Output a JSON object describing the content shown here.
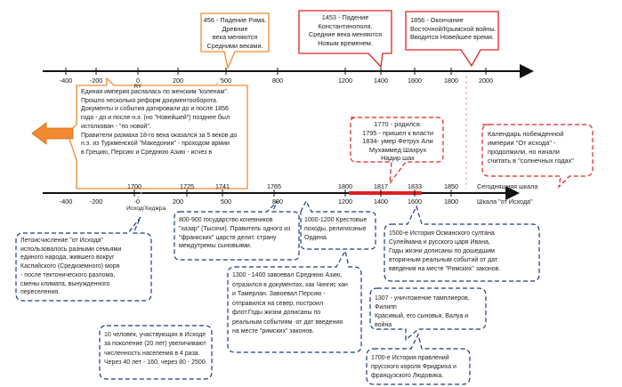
{
  "colors": {
    "orange": "#f28a30",
    "red": "#e02020",
    "navy": "#1f3a7a",
    "dashed_line": "#e0a0a0"
  },
  "top_axis": {
    "ticks": [
      "-400",
      "-200",
      "0",
      "200",
      "500",
      "800",
      "1200",
      "1400",
      "1600",
      "1800",
      "2000"
    ],
    "sub_label": "RY"
  },
  "bottom_axis": {
    "upper_ticks": [
      "1700",
      "1725",
      "1741",
      "1765",
      "1800",
      "1817",
      "1833",
      "1850"
    ],
    "right_upper_label": "Сегодняшняя шкала",
    "lower_ticks": [
      "-400",
      "-200",
      "0",
      "200",
      "500",
      "800",
      "1200",
      "1400",
      "1600",
      "1800"
    ],
    "right_lower_label": "Шкала \"от Исхода\"",
    "origin_label": "Исход/Хиджра"
  },
  "callouts": {
    "rome": "456 - Падение Рима. Древние\nвека меняются\nСредними веками.",
    "constantinople": "1453 - Падение\nКонстантинополя.\nСредние века меняются\nНовым временем.",
    "crimean": "1856 - Окончание\nВосточной/Крымской войны.\nВводится Новейшее время.",
    "empire": "Единая империя распалась по женским \"коленам\".\nПрошло несколько реформ документооборота.\nДокументы и события датировали до и после 1856\nгода - до и после н.э. (но \"Новейшей\") позднее был\nистолкован - \"по новой\".\nПравители размаха 18-го века оказался за 5 веков до\nн.э. из Туркменской \"Македонии\" - проходом армии\nв Грецию, Персию и Среднюю Азию - исчез в",
    "nadir": "1770 - родился.\n1795 - пришел к власти\n1834- умер Фетрух Али\nМухаммед Шахрух\nНадир шах",
    "calendar": "Календарь побежденной\nимперии \"От исхода\" -\nпродолжили, но начали\nсчитать в \"солнечных годах\"",
    "chronology": "Летоисчисление \"от Исхода\"\nиспользовалось разными семьями\nединого народа, жившего вокруг\nКаспийского (Средиземного) моря\n- после тектонического разлома,\nсмены климата, вынужденного\nпереселения.",
    "khazar": "800-900 государство кочевников\n\"хазар\" (Тысячи). Правитель одного из\n\"франкских\" царств делит. страну\nмеждутремы сыновьями.",
    "crusades": "1000-1200 Крестовые\nпоходы, религиозные\nОрдена",
    "ottoman": "1500-е История Османского султана\nСулеймана и русского царя Ивана,\nГоды жизни дописаны по дошедшим\nвторичным реальным событий от дат\nвведения   на месте \"Римских\" законов.",
    "tamerlane": "1300 -  1400 завоевал Среднюю Азию,\nотразился в документах, как Чингис хан\nи Тамерлан. Завоевал Персию -\nотправился на север, построил\nфлот.Годы жизни дописаны по\nреальным событиям -от дат введения\nна месте \"римских\" законов.",
    "templars": "1307 - уничтожение тамплиеров, Филипп\nКрасивый, его сыновья, Валуа и война",
    "exodus_people": "10 человек, участвующих в Исходе\nза поколение (20 лет) увеличивают\nчисленность населения в 4 раза.\nЧерез 40 лет - 160, через 80 - 2500.",
    "prussia": "1700-е История правлений\nпрусского короля Фридриха и\nфранцузского Людовика."
  }
}
